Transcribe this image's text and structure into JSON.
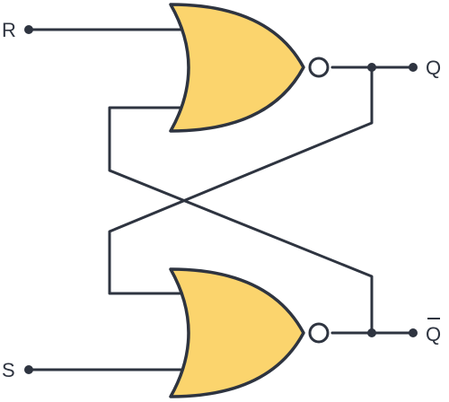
{
  "colors": {
    "wire": "#2e3440",
    "gate_fill": "#fbd46d",
    "gate_stroke": "#2e3440",
    "label": "#2e3440"
  },
  "inputs": {
    "r_label": "R",
    "s_label": "S"
  },
  "outputs": {
    "q_label": "Q",
    "q_bar_label": "Q"
  },
  "gates": [
    {
      "type": "NOR"
    },
    {
      "type": "NOR"
    }
  ]
}
